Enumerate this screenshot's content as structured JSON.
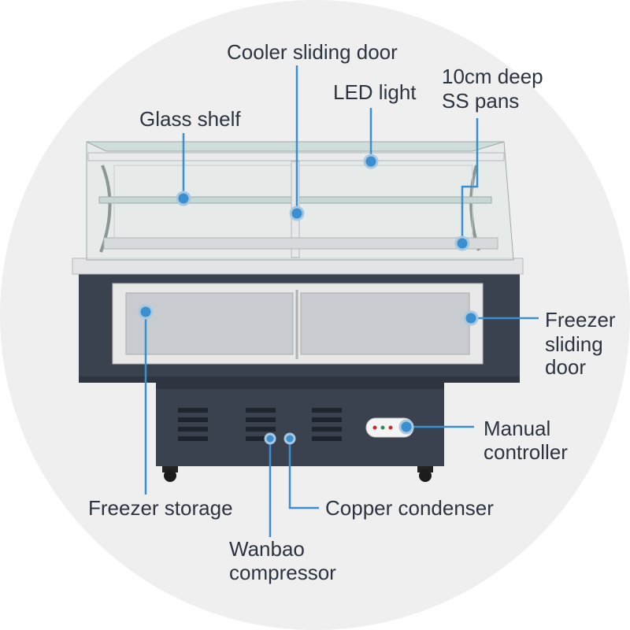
{
  "colors": {
    "background_circle": "#efeff0",
    "callout_line": "#3a8fd0",
    "callout_dot": "#3a8fd0",
    "cabinet_body": "#3a4250",
    "label_text": "#2b3440"
  },
  "labels": {
    "cooler_sliding_door": "Cooler sliding door",
    "led_light": "LED light",
    "ss_pans_line1": "10cm deep",
    "ss_pans_line2": "SS pans",
    "glass_shelf": "Glass shelf",
    "freezer_door_line1": "Freezer",
    "freezer_door_line2": "sliding",
    "freezer_door_line3": "door",
    "manual_controller_line1": "Manual",
    "manual_controller_line2": "controller",
    "freezer_storage": "Freezer storage",
    "copper_condenser": "Copper condenser",
    "compressor_line1": "Wanbao",
    "compressor_line2": "compressor"
  }
}
